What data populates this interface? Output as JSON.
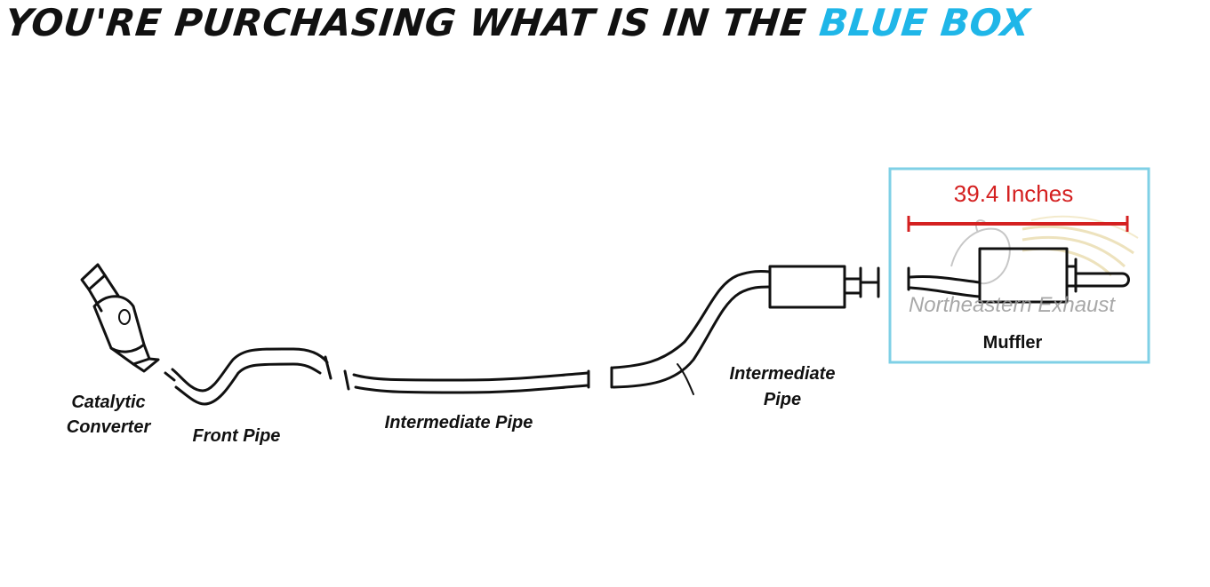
{
  "headline": {
    "prefix": "YOU'RE PURCHASING WHAT IS IN THE ",
    "highlight": "BLUE BOX",
    "highlight_color": "#1fb6e8"
  },
  "parts": {
    "catalytic_converter": [
      "Catalytic",
      "Converter"
    ],
    "front_pipe": "Front Pipe",
    "intermediate_pipe_1": "Intermediate Pipe",
    "intermediate_pipe_2": [
      "Intermediate",
      "Pipe"
    ],
    "muffler": "Muffler"
  },
  "measurement": {
    "label": "39.4 Inches",
    "color": "#d42020"
  },
  "watermark": "Northeastern Exhaust",
  "selection_box": {
    "border_color": "#7fd0e6"
  }
}
